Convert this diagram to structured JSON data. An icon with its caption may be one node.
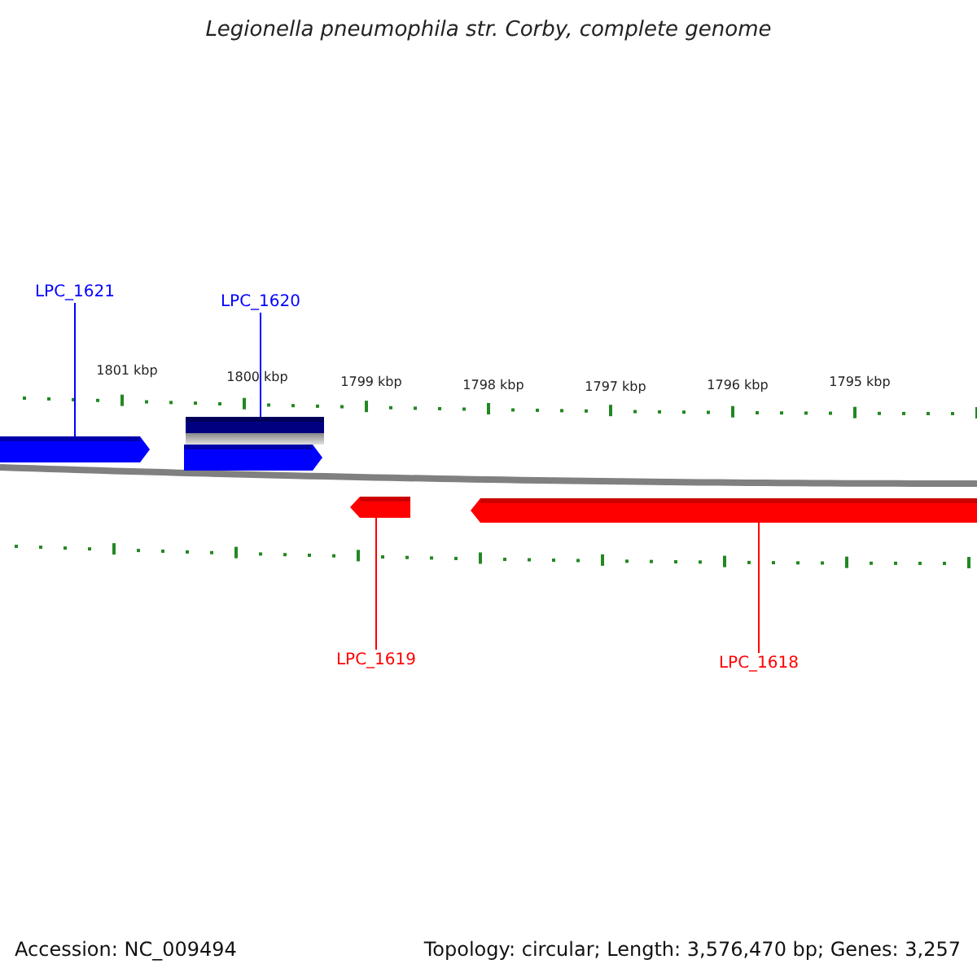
{
  "diagram": {
    "title": "Legionella pneumophila str. Corby, complete genome",
    "nodes": [
      {
        "text": [
          "LPC_1621"
        ]
      },
      {
        "text": [
          "LPC_1620"
        ]
      },
      {
        "text": [
          "LPC_1619"
        ]
      },
      {
        "text": [
          "LPC_1618"
        ]
      },
      {
        "text": [],
        "shape": "arrow"
      },
      {
        "text": [],
        "shape": "bar"
      },
      {
        "text": [],
        "shape": "arrow"
      },
      {
        "text": [],
        "shape": "arrow"
      },
      {
        "text": [],
        "shape": "arrow"
      }
    ],
    "edges": [
      {
        "from": 0,
        "to": 4,
        "arrow": "none",
        "color": "#0000ff"
      },
      {
        "from": 1,
        "to": 5,
        "arrow": "none",
        "color": "#0000ff"
      },
      {
        "from": 2,
        "to": 7,
        "arrow": "none",
        "color": "#ff0000"
      },
      {
        "from": 3,
        "to": 8,
        "arrow": "none",
        "color": "#ff0000"
      }
    ],
    "labels": [
      "1801 kbp",
      "1800 kbp",
      "1799 kbp",
      "1798 kbp",
      "1797 kbp",
      "1796 kbp",
      "1795 kbp",
      "Accession: NC_009494",
      "Topology: circular; Length: 3,576,470 bp; Genes: 3,257"
    ]
  }
}
